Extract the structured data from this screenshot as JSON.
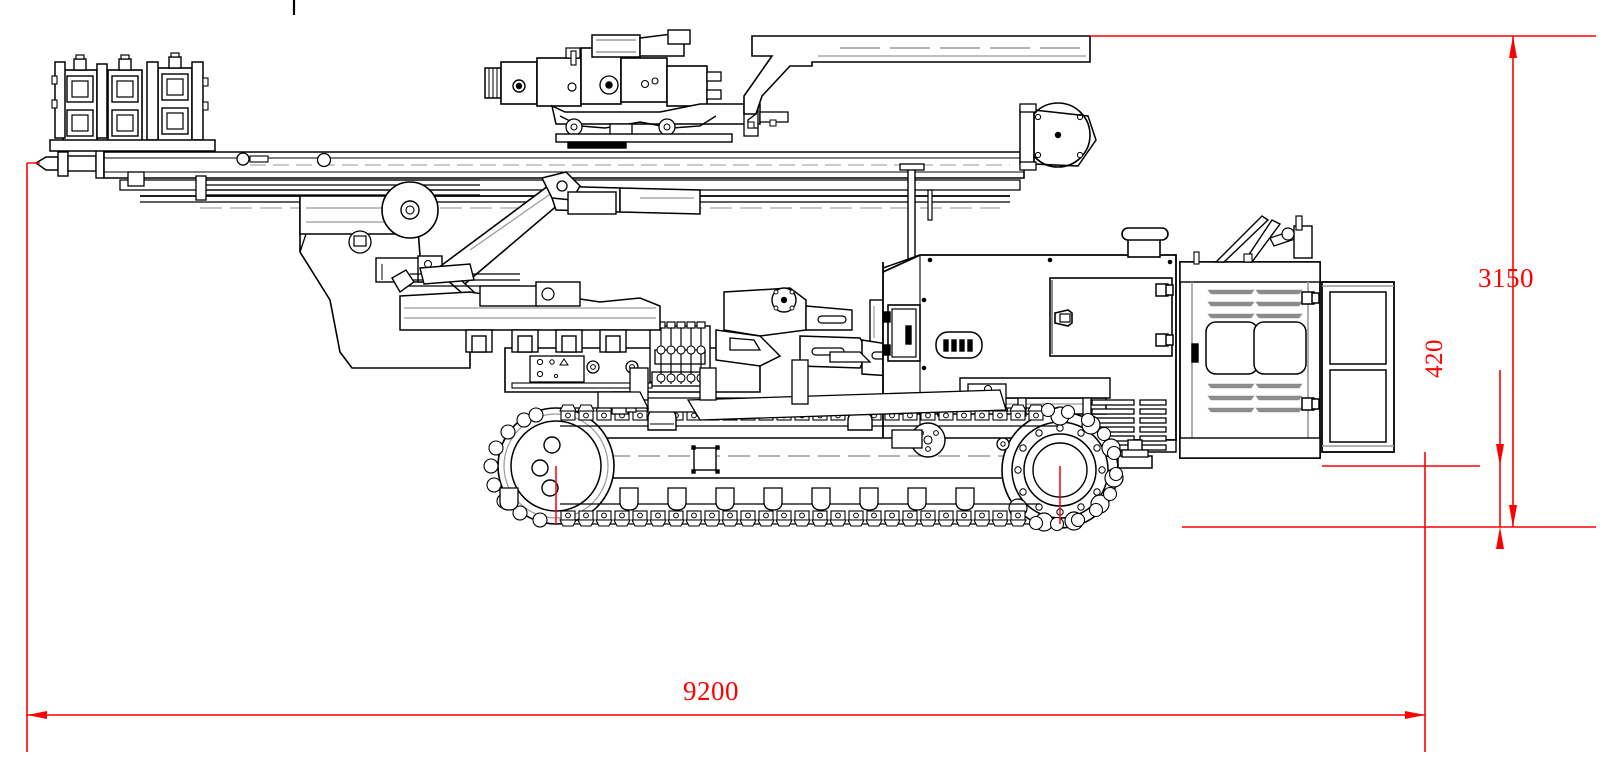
{
  "drawing": {
    "type": "technical-side-elevation",
    "subject": "crawler-mounted drilling rig",
    "units": "mm",
    "line_color": "#000000",
    "dimension_color": "#ff0000",
    "background_color": "#ffffff"
  },
  "dimensions": {
    "overall_length": {
      "value": "9200",
      "name": "overall-length",
      "orientation": "horizontal",
      "position": "bottom"
    },
    "overall_height": {
      "value": "3150",
      "name": "overall-height",
      "orientation": "vertical",
      "position": "right"
    },
    "ground_clearance": {
      "value": "420",
      "name": "ground-clearance",
      "orientation": "vertical-rotated",
      "position": "right-lower"
    }
  },
  "components": {
    "mast_head_clamps": "drill-rod-clamp-assemblies",
    "feed_beam": "mast-feed-beam",
    "rotary_head": "rotary-drive-head",
    "boom_arm": "upper-boom-arm",
    "hydraulic_cylinders": "feed-and-boom-cylinders",
    "valve_bank": "hydraulic-valve-manifold",
    "engine_housing": "power-pack-enclosure",
    "exhaust_stack": "exhaust-muffler",
    "operator_cabinet": "rear-louvered-cabinet",
    "rear_panel": "rear-access-panel",
    "crawler_track": "crawler-undercarriage",
    "drive_sprocket": "track-drive-sprocket",
    "idler_wheel": "track-front-idler",
    "track_rollers": "lower-track-rollers",
    "support_jack": "ground-support-jack",
    "drill_bit": "drill-bit-tip"
  }
}
